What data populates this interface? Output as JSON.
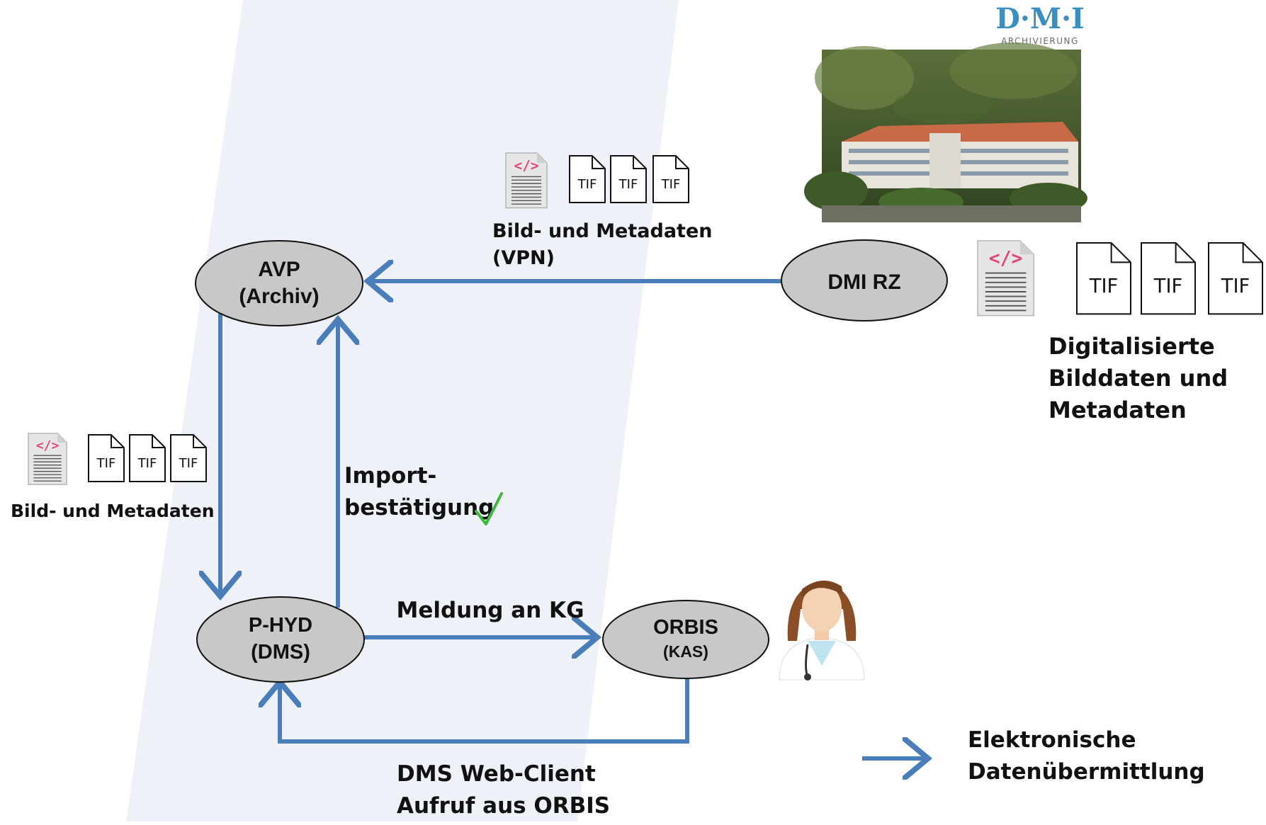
{
  "logo": {
    "text": "D·M·I",
    "subtitle": "ARCHIVIERUNG",
    "color": "#3a8ec0"
  },
  "nodes": {
    "avp": {
      "line1": "AVP",
      "line2": "(Archiv)"
    },
    "dmi_rz": {
      "line1": "DMI RZ"
    },
    "phyd": {
      "line1": "P-HYD",
      "line2": "(DMS)"
    },
    "orbis": {
      "line1": "ORBIS",
      "line2": "(KAS)"
    }
  },
  "labels": {
    "top_line1": "Bild- und Metadaten",
    "top_line2": "(VPN)",
    "right_line1": "Digitalisierte",
    "right_line2": "Bilddaten und",
    "right_line3": "Metadaten",
    "left": "Bild- und Metadaten",
    "import_line1": "Import-",
    "import_line2": "bestätigung",
    "meldung": "Meldung an KG",
    "webclient_line1": "DMS Web-Client",
    "webclient_line2": "Aufruf aus ORBIS",
    "legend_line1": "Elektronische",
    "legend_line2": "Datenübermittlung"
  },
  "file_icons": {
    "tif_label": "TIF",
    "xml_symbol": "</>"
  },
  "colors": {
    "arrow": "#4a7ebb",
    "node_fill": "#c8c8c8",
    "band": "#eef2f8",
    "check": "#3cb93c",
    "xml_accent": "#e0457b"
  },
  "icons": [
    "xml-file-icon",
    "tif-file-icon",
    "building-photo",
    "doctor-icon",
    "checkmark-icon"
  ]
}
